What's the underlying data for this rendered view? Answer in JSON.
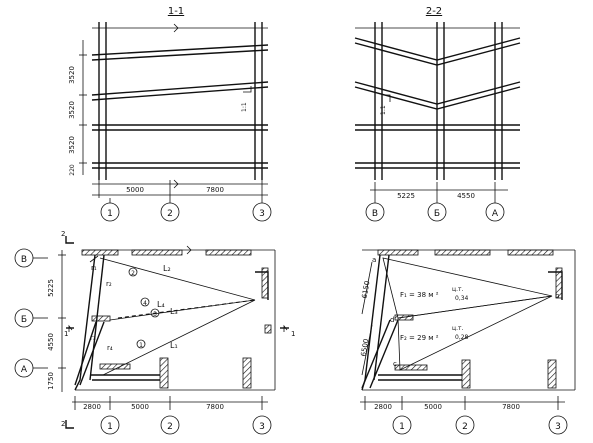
{
  "sections": {
    "s1": {
      "title": "1-1"
    },
    "s2": {
      "title": "2-2"
    }
  },
  "dims": {
    "s1_h_top": "3520",
    "s1_h_mid": "3520",
    "s1_h_bot": "3520",
    "s1_h_small": "220",
    "s1_w_a": "5000",
    "s1_w_b": "7800",
    "s2_w_a": "5225",
    "s2_w_b": "4550",
    "p1_v_a": "5225",
    "p1_v_b": "4550",
    "p1_v_c": "1750",
    "p1_w_a": "2800",
    "p1_w_b": "5000",
    "p1_w_c": "7800",
    "p2_w_a": "2800",
    "p2_w_b": "5000",
    "p2_w_c": "7800",
    "p2_diag_a": "6150",
    "p2_diag_b": "6500",
    "slope_label": "1:1"
  },
  "axes": {
    "s1": [
      "1",
      "2",
      "3"
    ],
    "s2": [
      "В",
      "Б",
      "А"
    ],
    "p1_rows": [
      "В",
      "Б",
      "А"
    ],
    "p1_cols": [
      "1",
      "2",
      "3"
    ],
    "p2_cols": [
      "1",
      "2",
      "3"
    ]
  },
  "plan1": {
    "cut_mark": "1",
    "cut_mark_2": "2",
    "labels": {
      "r1": "r₁",
      "r2": "r₂",
      "r3": "r₃",
      "r4": "r₄",
      "L2": "L₂",
      "L3": "L₃",
      "L4": "L₄",
      "L1": "L₁",
      "n1": "1",
      "n2": "2",
      "n3": "3",
      "n4": "4"
    }
  },
  "plan2": {
    "F1": "F₁ = 38 м ²",
    "F2": "F₂ = 29 м ²",
    "c1a": "ц.т.",
    "c1b": "0,34",
    "c2a": "ц.т.",
    "c2b": "0,28",
    "pt_a": "a",
    "pt_b": "b",
    "pt_c": "c",
    "pt_d": "d"
  }
}
